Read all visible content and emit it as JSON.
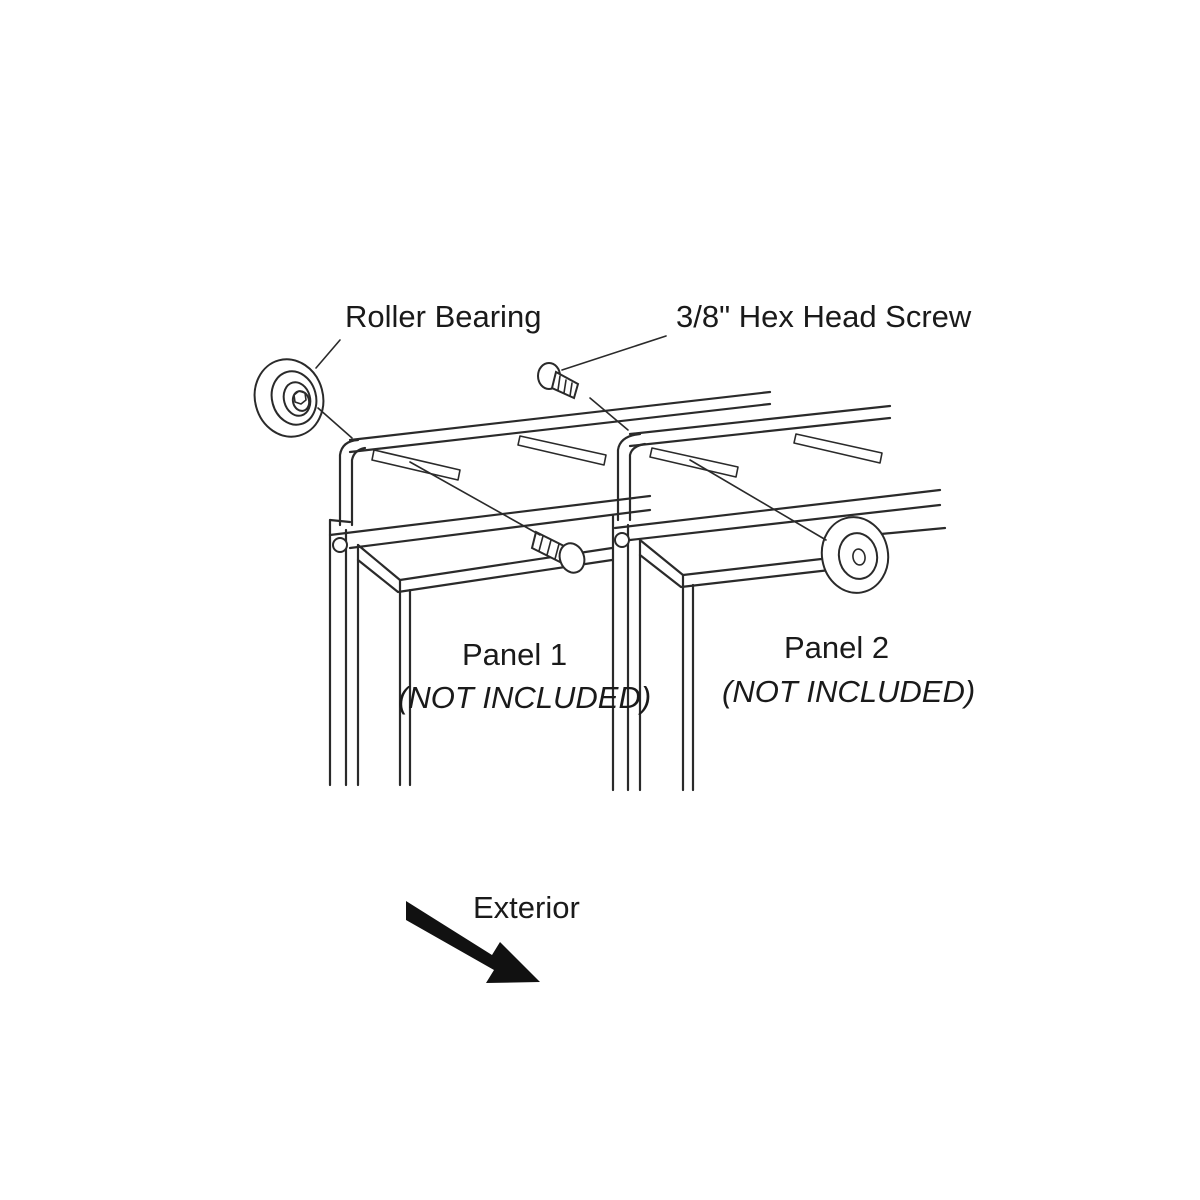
{
  "labels": {
    "roller_bearing": "Roller Bearing",
    "hex_head_screw": "3/8\" Hex Head Screw",
    "panel1_title": "Panel 1",
    "panel1_note": "(NOT INCLUDED)",
    "panel2_title": "Panel 2",
    "panel2_note": "(NOT INCLUDED)",
    "exterior": "Exterior"
  },
  "colors": {
    "line": "#2a2a2a",
    "background": "#ffffff",
    "arrow": "#111111"
  },
  "icons": {
    "direction_arrow": "arrow-down-right-icon"
  }
}
